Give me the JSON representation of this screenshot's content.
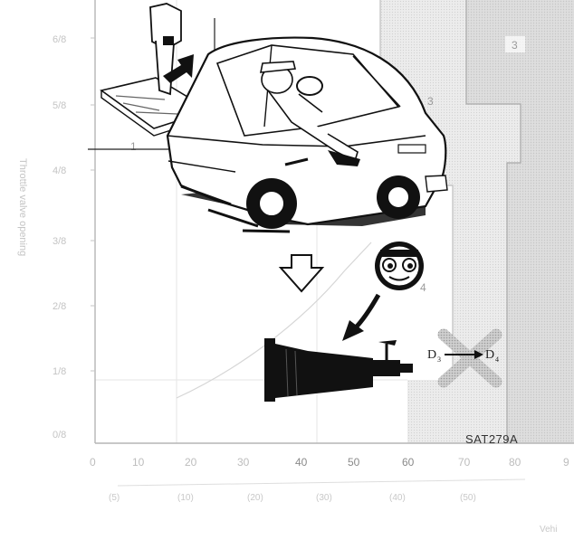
{
  "y_axis": {
    "title": "Throttle valve opening",
    "ticks": [
      "6/8",
      "5/8",
      "4/8",
      "3/8",
      "2/8",
      "1/8",
      "0/8"
    ]
  },
  "x_axis": {
    "ticks_kmh": [
      "0",
      "10",
      "20",
      "30",
      "40",
      "50",
      "60",
      "70",
      "80",
      "9"
    ],
    "ticks_mph": [
      "(5)",
      "(10)",
      "(20)",
      "(30)",
      "(40)",
      "(50)"
    ],
    "title_fragment": "Vehi"
  },
  "zones": {
    "zone_1": "1",
    "zone_3_top": "3",
    "zone_3": "3",
    "zone_4": "4"
  },
  "shift": {
    "from_gear": "D",
    "from_sub": "3",
    "to_gear": "D",
    "to_sub": "4"
  },
  "figure_code": "SAT279A",
  "colors": {
    "background": "#ffffff",
    "shade_light": "#ebebeb",
    "shade_dark": "#d9d9d9",
    "ink": "#111111"
  }
}
